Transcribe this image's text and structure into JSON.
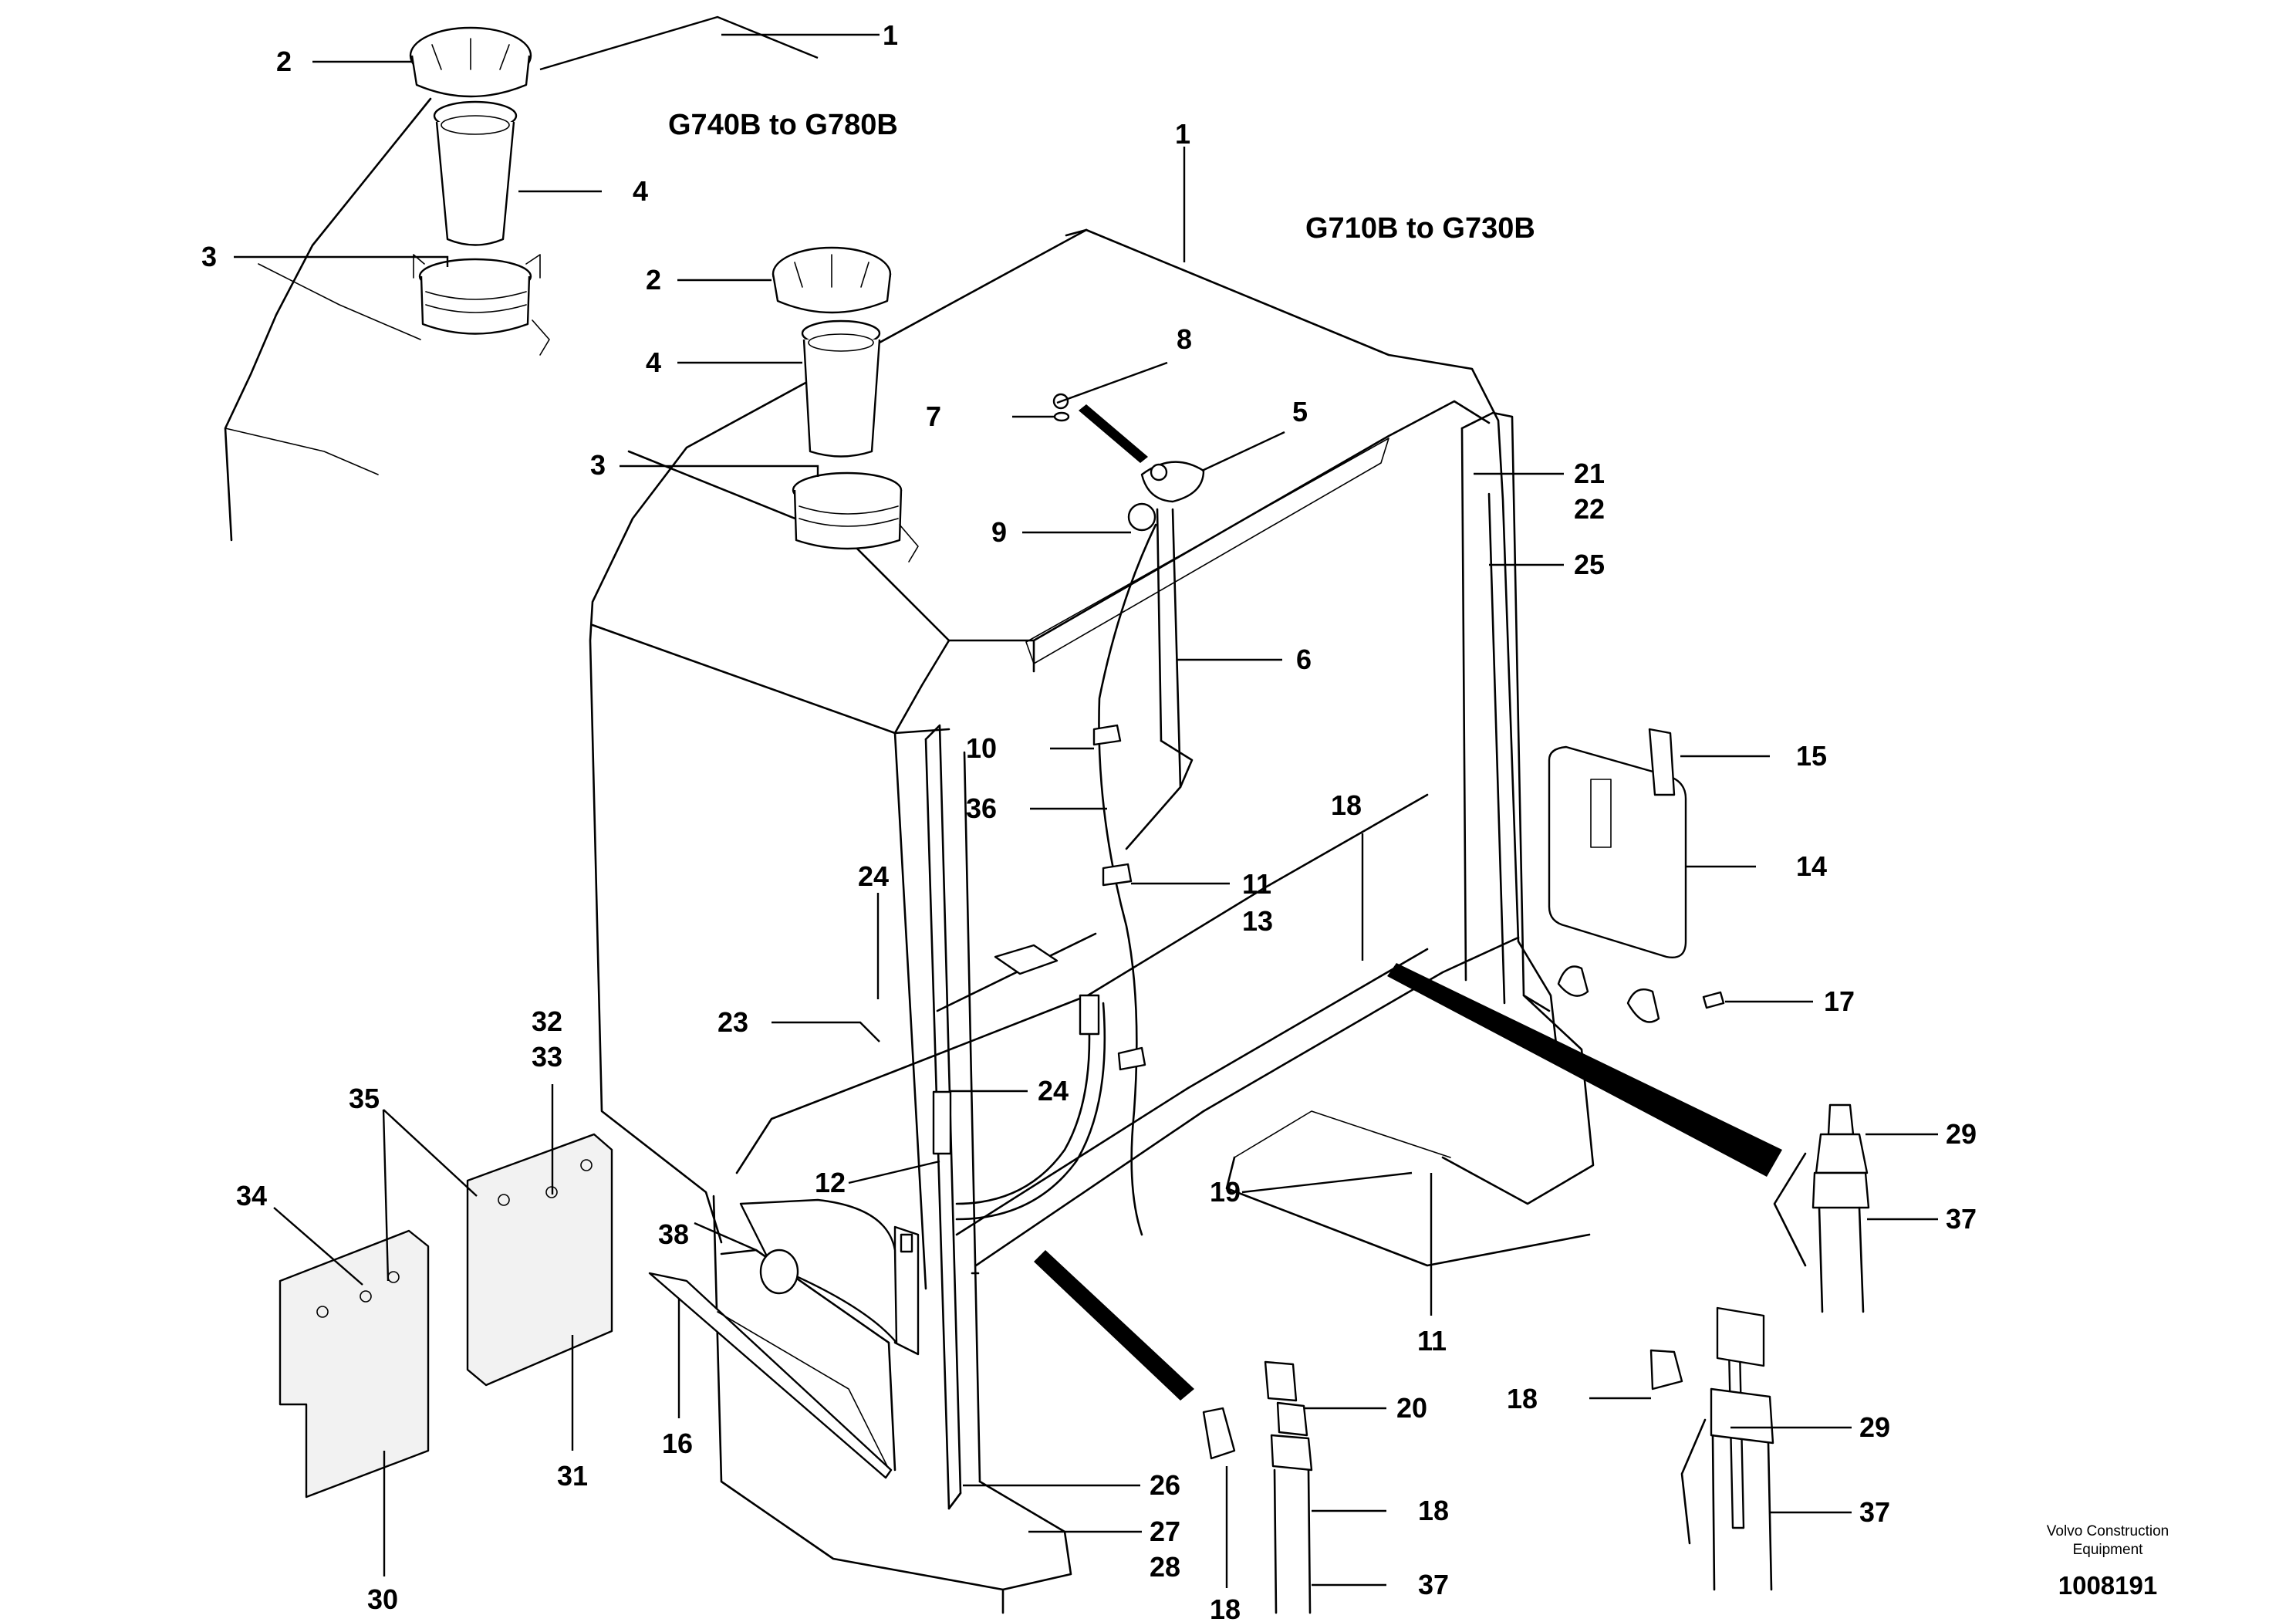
{
  "headings": {
    "model_range_upper": "G740B to G780B",
    "model_range_lower": "G710B to G730B"
  },
  "footer": {
    "company_line1": "Volvo Construction",
    "company_line2": "Equipment",
    "drawing_number": "1008191"
  },
  "callouts": {
    "c1a": "1",
    "c2a": "2",
    "c4a": "4",
    "c3a": "3",
    "c1b": "1",
    "c2b": "2",
    "c4b": "4",
    "c3b": "3",
    "c8": "8",
    "c7": "7",
    "c5": "5",
    "c9": "9",
    "c21": "21",
    "c22": "22",
    "c25": "25",
    "c6": "6",
    "c10": "10",
    "c36": "36",
    "c15": "15",
    "c14": "14",
    "c18a": "18",
    "c11a": "11",
    "c13": "13",
    "c24a": "24",
    "c23": "23",
    "c24b": "24",
    "c17": "17",
    "c32": "32",
    "c33": "33",
    "c35": "35",
    "c34": "34",
    "c12": "12",
    "c29a": "29",
    "c37a": "37",
    "c19": "19",
    "c11b": "11",
    "c38": "38",
    "c20": "20",
    "c18b": "18",
    "c29b": "29",
    "c16": "16",
    "c31": "31",
    "c26": "26",
    "c18c": "18",
    "c37b": "37",
    "c27": "27",
    "c28": "28",
    "c37c": "37",
    "c30": "30",
    "c18d": "18"
  }
}
